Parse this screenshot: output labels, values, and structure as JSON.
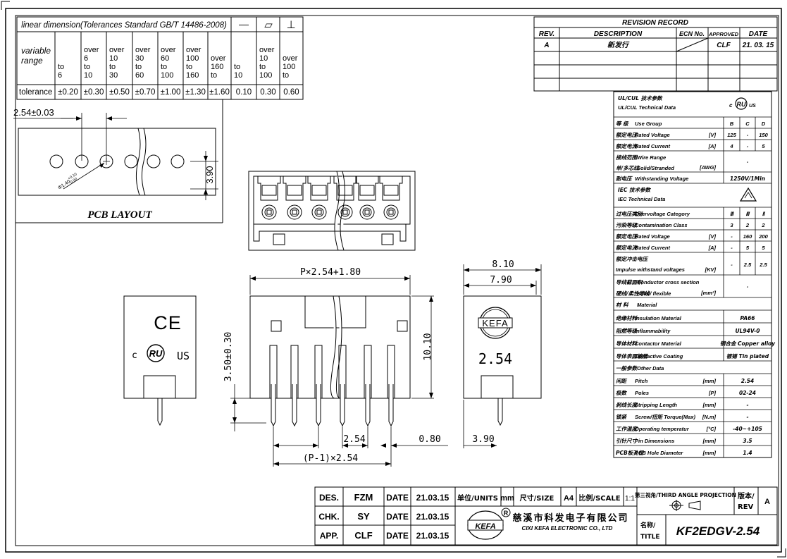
{
  "tolerance": {
    "header": "linear dimension(Tolerances Standard GB/T 14486-2008)",
    "sym_straight": "—",
    "sym_flat": "⏥",
    "sym_perp": "⊥",
    "range_label": [
      "variable",
      "range"
    ],
    "cols": [
      [
        "to",
        "6"
      ],
      [
        "over",
        "6",
        "to",
        "10"
      ],
      [
        "over",
        "10",
        "to",
        "30"
      ],
      [
        "over",
        "30",
        "to",
        "60"
      ],
      [
        "over",
        "60",
        "to",
        "100"
      ],
      [
        "over",
        "100",
        "to",
        "160"
      ],
      [
        "over",
        "160",
        "to"
      ],
      [
        "to",
        "10"
      ],
      [
        "over",
        "10",
        "to",
        "100"
      ],
      [
        "over",
        "100",
        "to"
      ]
    ],
    "tol_label": "tolerance",
    "values": [
      "±0.20",
      "±0.30",
      "±0.50",
      "±0.70",
      "±1.00",
      "±1.30",
      "±1.60",
      "0.10",
      "0.30",
      "0.60"
    ]
  },
  "revision": {
    "title": "REVISION RECORD",
    "headers": [
      "REV.",
      "DESCRIPTION",
      "ECN No.",
      "APPROVED",
      "DATE"
    ],
    "row": [
      "A",
      "新发行",
      "",
      "CLF",
      "21. 03. 15"
    ]
  },
  "pcb": {
    "pitch_dim": "2.54±0.03",
    "hole_dim_main": "Φ1.40",
    "hole_dim_tol_up": "+0.10",
    "hole_dim_tol_dn": "0.00",
    "height_dim": "3.90",
    "caption": "PCB LAYOUT"
  },
  "views": {
    "front_width": "P×2.54+1.80",
    "pin_height": "3.50±0.30",
    "body_height": "10.10",
    "pitch": "2.54",
    "pin_thk": "0.80",
    "total": "(P-1)×2.54",
    "side_w1": "8.10",
    "side_w2": "7.90",
    "side_pin": "3.90",
    "side_marking": "2.54",
    "kefa": "KEFA",
    "ce": "CE",
    "ul_c": "c",
    "ul_mark": "RU",
    "ul_us": "US"
  },
  "spec": {
    "header1": "UL/CUL  技术参数",
    "header2": "UL/CUL  Technical Data",
    "rows": [
      {
        "cn": "等  级",
        "en": "Use Group",
        "unit": "",
        "vals": [
          "B",
          "C",
          "D"
        ]
      },
      {
        "cn": "额定电压",
        "en": "Rated Voltage",
        "unit": "[V]",
        "vals": [
          "125",
          "-",
          "150"
        ]
      },
      {
        "cn": "额定电流",
        "en": "Rated Current",
        "unit": "[A]",
        "vals": [
          "4",
          "-",
          "5"
        ]
      }
    ],
    "wire_cn1": "接线范围",
    "wire_en1": "Wire Range",
    "wire_cn2": "单/多芯线",
    "wire_en2": "Solid/Stranded",
    "wire_unit": "[AWG]",
    "wire_val": "-",
    "withstand_cn": "耐电压",
    "withstand_en": "Withstanding Voltage",
    "withstand_val": "1250V/1Min",
    "iec1": "IEC  技术参数",
    "iec2": "IEC  Technical Data",
    "iec_rows": [
      {
        "cn": "过电压类别",
        "en": "Overvoltage Category",
        "unit": "",
        "vals": [
          "Ⅲ",
          "Ⅲ",
          "Ⅱ"
        ]
      },
      {
        "cn": "污染等级",
        "en": "Contamination Class",
        "unit": "",
        "vals": [
          "3",
          "2",
          "2"
        ]
      },
      {
        "cn": "额定电压",
        "en": "Rated Voltage",
        "unit": "[V]",
        "vals": [
          "-",
          "160",
          "200"
        ]
      },
      {
        "cn": "额定电流",
        "en": "Rated Current",
        "unit": "[A]",
        "vals": [
          "-",
          "5",
          "5"
        ]
      }
    ],
    "impulse_cn": "额定冲击电压",
    "impulse_en": "Impulse withstand voltages",
    "impulse_unit": "[KV]",
    "impulse_vals": [
      "-",
      "2.5",
      "2.5"
    ],
    "cond_cn1": "导线截面积",
    "cond_en1": "Conductor cross section",
    "cond_cn2": "硬线/柔性导线",
    "cond_en2": "Solid/ flexible",
    "cond_unit": "[mm²]",
    "cond_val": "-",
    "mat_cn": "材  料",
    "mat_en": "Material",
    "mat_rows": [
      {
        "cn": "绝缘材料",
        "en": "Insulation Material",
        "val": "PA66"
      },
      {
        "cn": "阻燃等级",
        "en": "Inflammability",
        "val": "UL94V-0"
      },
      {
        "cn": "导体材料",
        "en": "Contactor Material",
        "val": "铜合金 Copper alloy"
      },
      {
        "cn": "导体表面镀层",
        "en": "Contactive Coating",
        "val": "镀锡 Tin plated"
      }
    ],
    "other_cn": "一般参数",
    "other_en": "Other Data",
    "other_rows": [
      {
        "cn": "间距",
        "en": "Pitch",
        "unit": "[mm]",
        "val": "2.54"
      },
      {
        "cn": "极数",
        "en": "Poles",
        "unit": "[P]",
        "val": "02-24"
      },
      {
        "cn": "剥线长度",
        "en": "Stripping Length",
        "unit": "[mm]",
        "val": "-"
      },
      {
        "cn": "锁紧",
        "en": "Screw/扭矩 Torque(Max)",
        "unit": "[N.m]",
        "val": "-"
      },
      {
        "cn": "工作温度",
        "en": "Operating temperatur",
        "unit": "[°C]",
        "val": "-40~+105"
      },
      {
        "cn": "引针尺寸",
        "en": "Pin Dimensions",
        "unit": "[mm]",
        "val": "3.5"
      },
      {
        "cn": "PCB板孔径",
        "en": "PCB Hole Diameter",
        "unit": "[mm]",
        "val": "1.4"
      }
    ]
  },
  "title_block": {
    "rows": [
      {
        "role": "DES.",
        "name": "FZM",
        "date_label": "DATE",
        "date": "21.03.15"
      },
      {
        "role": "CHK.",
        "name": "SY",
        "date_label": "DATE",
        "date": "21.03.15"
      },
      {
        "role": "APP.",
        "name": "CLF",
        "date_label": "DATE",
        "date": "21.03.15"
      }
    ],
    "units_label": "单位/UNITS",
    "units_val": "mm",
    "size_label": "尺寸/SIZE",
    "size_val": "A4",
    "scale_label": "比例/SCALE",
    "scale_val": "1:1",
    "projection": "第三视角/THIRD ANGLE PROJECTION",
    "rev_label1": "版本/",
    "rev_label2": "REV",
    "rev_val": "A",
    "company_cn": "慈溪市科发电子有限公司",
    "company_en": "CIXI KEFA ELECTRONIC CO., LTD",
    "logo": "KEFA",
    "name_label1": "名称/",
    "name_label2": "TITLE",
    "title": "KF2EDGV-2.54"
  }
}
